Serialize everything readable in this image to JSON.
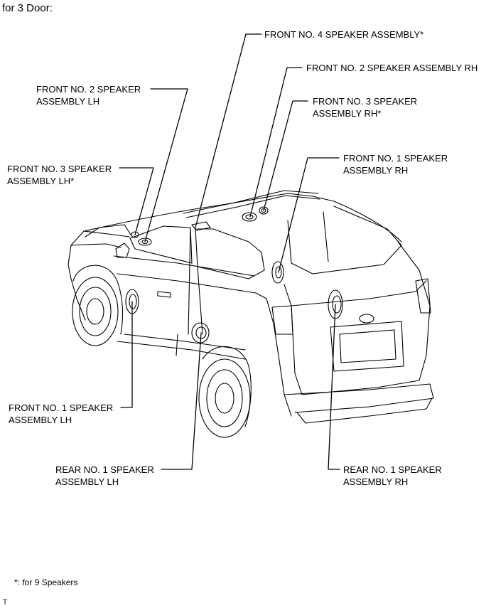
{
  "heading": "for 3 Door:",
  "labels": {
    "front4": "FRONT NO. 4 SPEAKER ASSEMBLY*",
    "front2rh": "FRONT NO. 2 SPEAKER ASSEMBLY RH",
    "front3rh_1": "FRONT NO. 3 SPEAKER",
    "front3rh_2": "ASSEMBLY RH*",
    "front2lh_1": "FRONT NO. 2 SPEAKER",
    "front2lh_2": "ASSEMBLY LH",
    "front1rh_1": "FRONT NO. 1 SPEAKER",
    "front1rh_2": "ASSEMBLY RH",
    "front3lh_1": "FRONT NO. 3 SPEAKER",
    "front3lh_2": "ASSEMBLY LH*",
    "front1lh_1": "FRONT NO. 1 SPEAKER",
    "front1lh_2": "ASSEMBLY LH",
    "rear1lh_1": "REAR NO. 1 SPEAKER",
    "rear1lh_2": "ASSEMBLY LH",
    "rear1rh_1": "REAR NO. 1 SPEAKER",
    "rear1rh_2": "ASSEMBLY RH"
  },
  "footnote": "*: for 9 Speakers",
  "corner_mark": "T"
}
